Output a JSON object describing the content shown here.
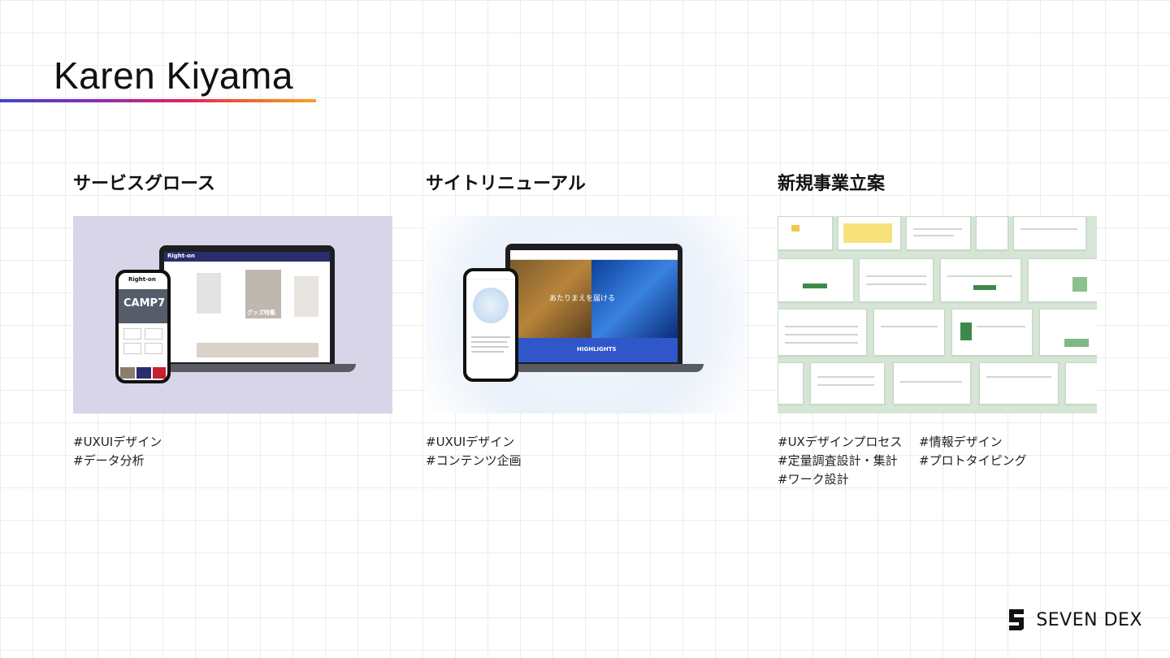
{
  "header": {
    "title": "Karen Kiyama"
  },
  "cards": [
    {
      "heading": "サービスグロース",
      "tags": [
        "#UXUIデザイン",
        "#データ分析"
      ],
      "mockup": {
        "laptop_logo": "Right-on",
        "phone_logo": "Right-on",
        "phone_banner": "CAMP7",
        "laptop_banner": "グッズ特集"
      }
    },
    {
      "heading": "サイトリニューアル",
      "tags": [
        "#UXUIデザイン",
        "#コンテンツ企画"
      ],
      "mockup": {
        "hero_text": "あたりまえを届ける",
        "section_label": "HIGHLIGHTS"
      }
    },
    {
      "heading": "新規事業立案",
      "tags": [
        "#UXデザインプロセス",
        "#情報デザイン",
        "#定量調査設計・集計",
        "#プロトタイピング",
        "#ワーク設計"
      ]
    }
  ],
  "footer": {
    "brand": "SEVEN DEX",
    "logo_icon": "sevendex-logo-icon"
  },
  "colors": {
    "gradient": [
      "#3b46c8",
      "#e0245e",
      "#f4a12a"
    ],
    "thumb1_bg": "#d8d5e8",
    "thumb3_bg": "#d6e6d6"
  }
}
